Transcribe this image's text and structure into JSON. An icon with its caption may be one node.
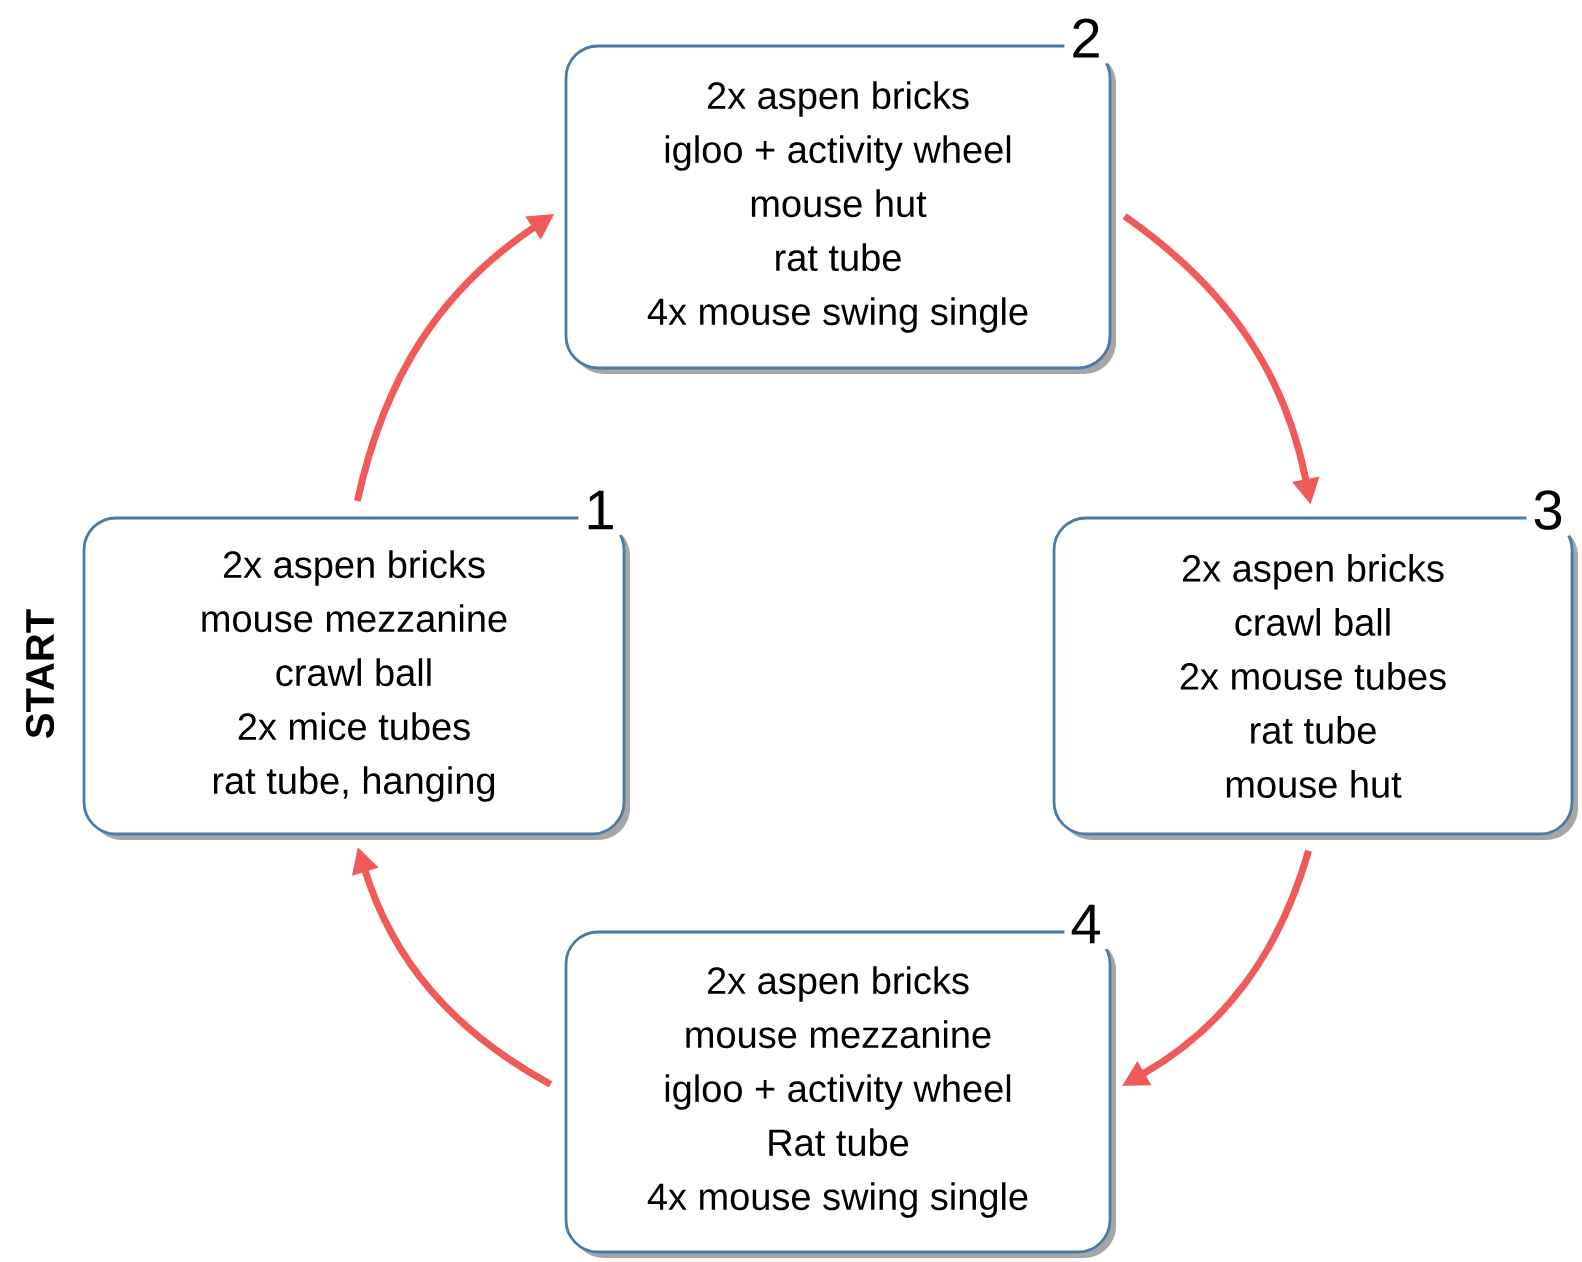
{
  "diagram": {
    "nodes": [
      {
        "text": [
          "1",
          "2x aspen bricks",
          "mouse mezzanine",
          "crawl ball",
          "2x mice tubes",
          "rat tube, hanging"
        ],
        "beside": [
          "START"
        ]
      },
      {
        "text": [
          "2",
          "2x aspen bricks",
          "igloo + activity wheel",
          "mouse hut",
          "rat tube",
          "4x mouse swing single"
        ]
      },
      {
        "text": [
          "3",
          "2x aspen bricks",
          "crawl ball",
          "2x mouse tubes",
          "rat tube",
          "mouse hut"
        ]
      },
      {
        "text": [
          "4",
          "2x aspen bricks",
          "mouse mezzanine",
          "igloo + activity wheel",
          "Rat tube",
          "4x mouse swing single"
        ]
      }
    ],
    "edges": [
      {
        "from": 0,
        "to": 1,
        "arrow": "to"
      },
      {
        "from": 1,
        "to": 2,
        "arrow": "to"
      },
      {
        "from": 2,
        "to": 3,
        "arrow": "to"
      },
      {
        "from": 3,
        "to": 0,
        "arrow": "to"
      }
    ]
  }
}
